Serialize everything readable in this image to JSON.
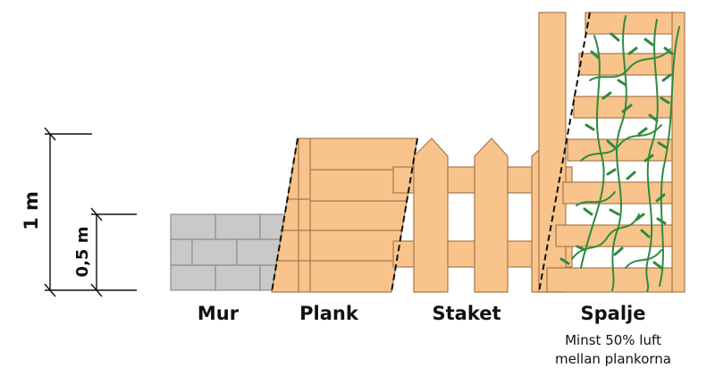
{
  "dimensions": {
    "one_meter": "1 m",
    "half_meter": "0,5 m"
  },
  "fences": [
    {
      "label": "Mur"
    },
    {
      "label": "Plank"
    },
    {
      "label": "Staket"
    },
    {
      "label": "Spalje",
      "note_line1": "Minst 50% luft",
      "note_line2": "mellan plankorna"
    }
  ],
  "colors": {
    "wood": "#F8C48C",
    "wood_stroke": "#A9784E",
    "stone": "#C9C9C9",
    "stone_stroke": "#8E8E8E",
    "vine": "#2E8B3E",
    "line": "#111111"
  }
}
